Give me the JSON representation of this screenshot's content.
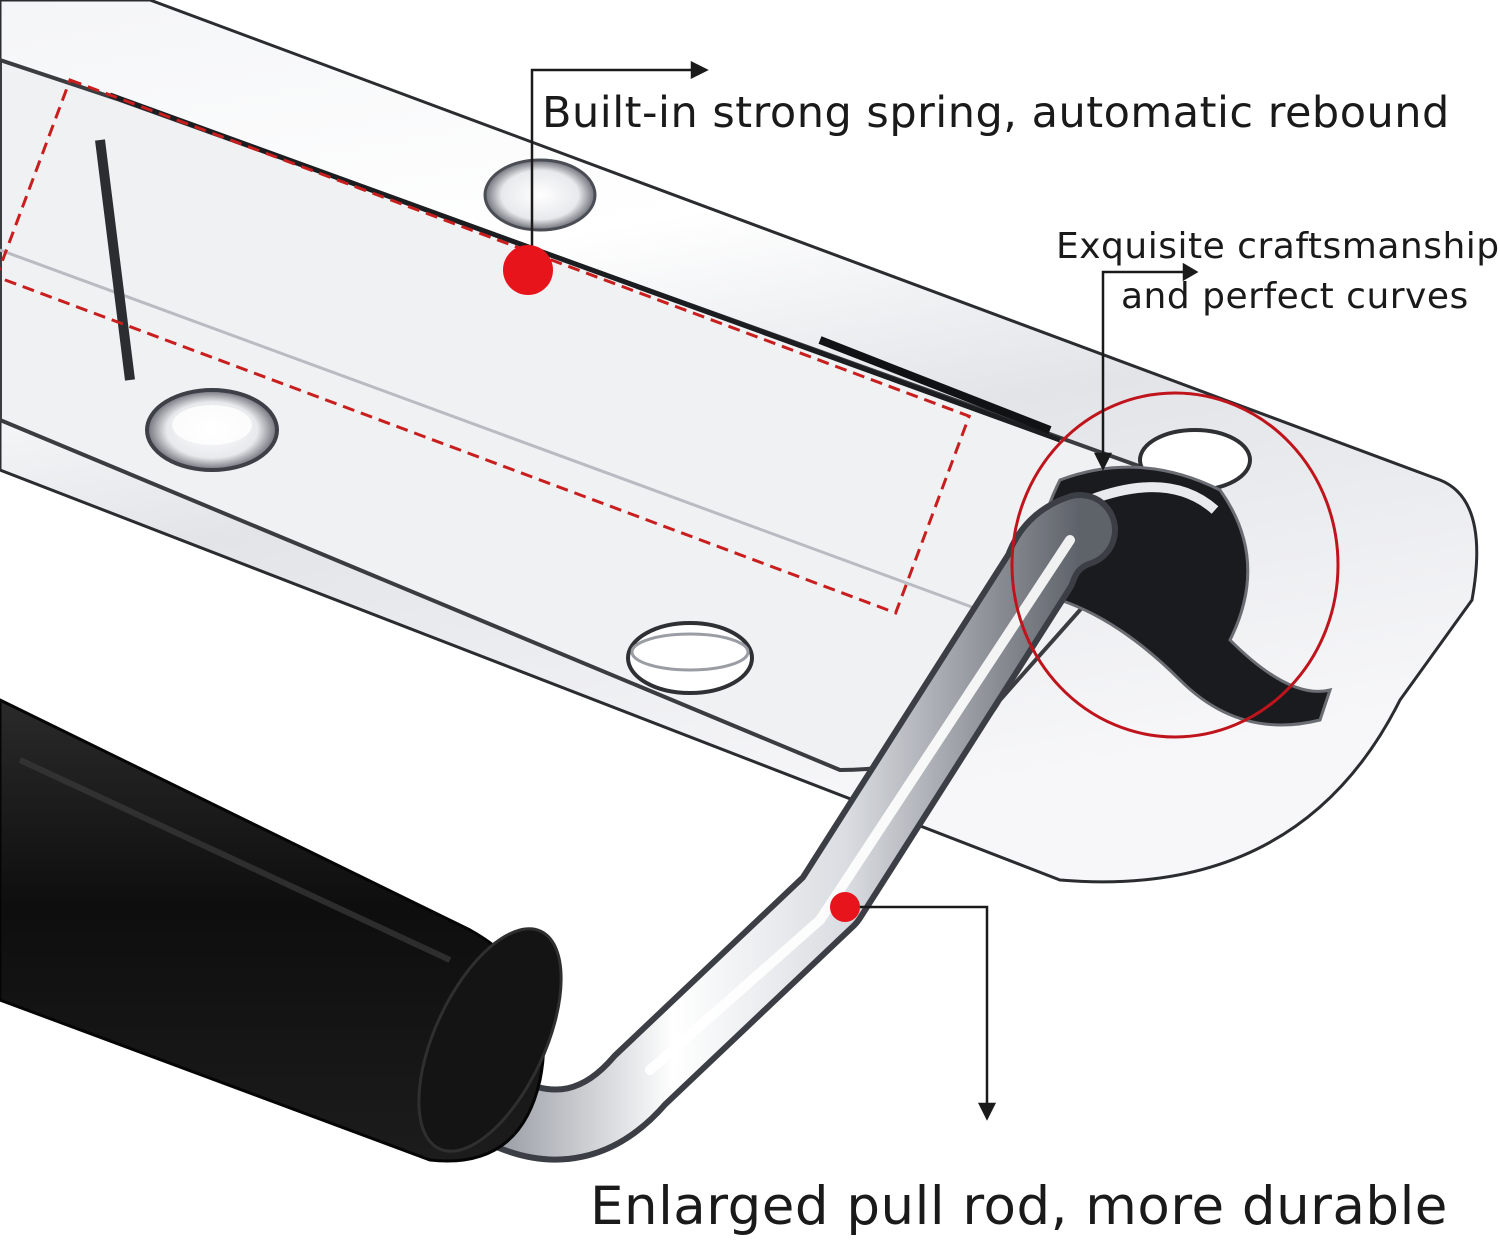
{
  "callouts": {
    "spring": "Built-in strong spring, automatic rebound",
    "craftsmanship_line1": "Exquisite craftsmanship",
    "craftsmanship_line2": "and perfect curves",
    "pull_rod": "Enlarged pull rod, more durable"
  },
  "colors": {
    "marker": "#e8141c",
    "highlight_circle": "#c0141c",
    "dashed_box": "#c81e1e",
    "grip": "#141414",
    "text": "#1a1a1a"
  }
}
